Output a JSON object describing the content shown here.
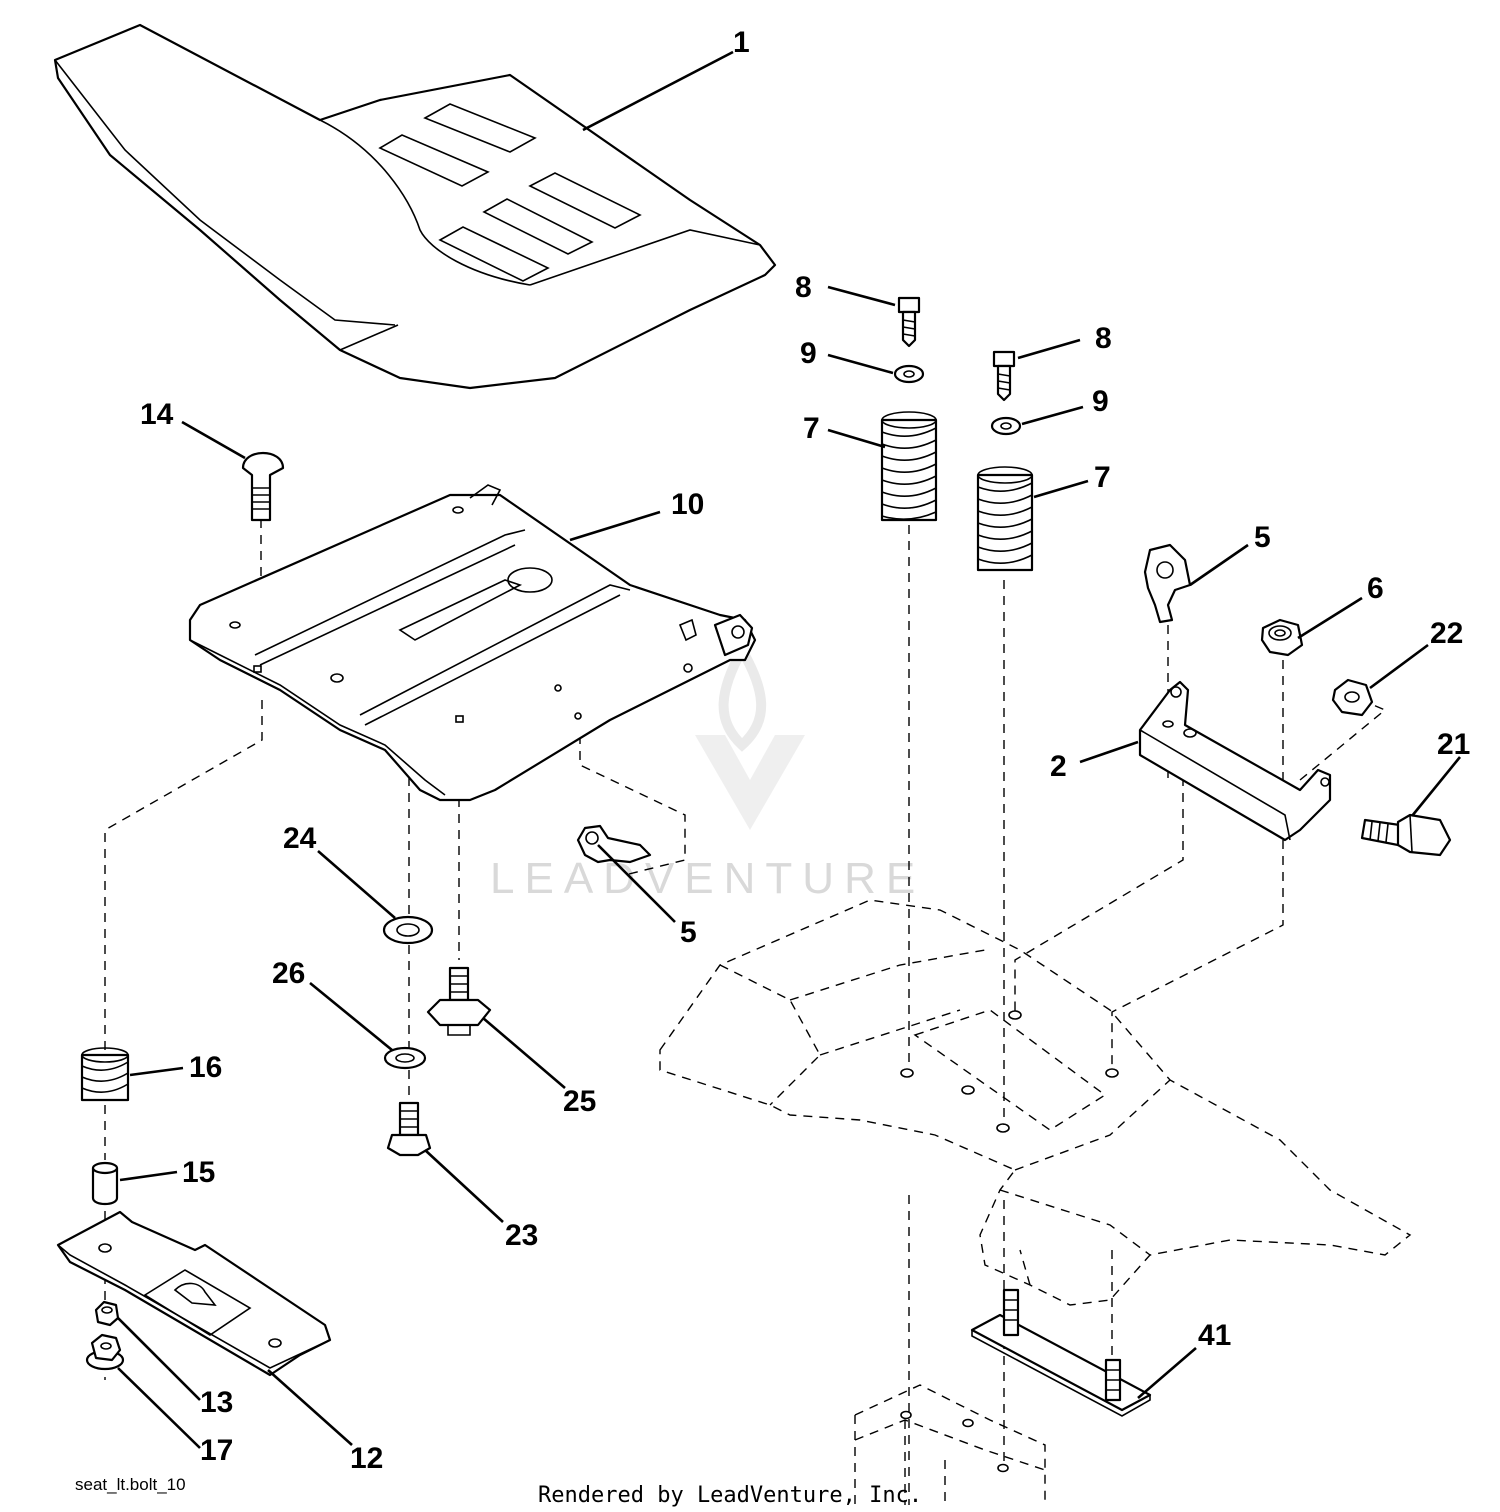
{
  "diagram": {
    "filename": "seat_lt.bolt_10",
    "credit": "Rendered by LeadVenture, Inc.",
    "watermark": "LEADVENTURE",
    "callouts": [
      {
        "id": "c1",
        "label": "1"
      },
      {
        "id": "c8a",
        "label": "8"
      },
      {
        "id": "c8b",
        "label": "8"
      },
      {
        "id": "c9a",
        "label": "9"
      },
      {
        "id": "c9b",
        "label": "9"
      },
      {
        "id": "c7a",
        "label": "7"
      },
      {
        "id": "c7b",
        "label": "7"
      },
      {
        "id": "c14",
        "label": "14"
      },
      {
        "id": "c10",
        "label": "10"
      },
      {
        "id": "c5a",
        "label": "5"
      },
      {
        "id": "c6",
        "label": "6"
      },
      {
        "id": "c22",
        "label": "22"
      },
      {
        "id": "c2",
        "label": "2"
      },
      {
        "id": "c21",
        "label": "21"
      },
      {
        "id": "c24",
        "label": "24"
      },
      {
        "id": "c5b",
        "label": "5"
      },
      {
        "id": "c26",
        "label": "26"
      },
      {
        "id": "c25",
        "label": "25"
      },
      {
        "id": "c16",
        "label": "16"
      },
      {
        "id": "c15",
        "label": "15"
      },
      {
        "id": "c23",
        "label": "23"
      },
      {
        "id": "c13",
        "label": "13"
      },
      {
        "id": "c17",
        "label": "17"
      },
      {
        "id": "c12",
        "label": "12"
      },
      {
        "id": "c41",
        "label": "41"
      }
    ]
  }
}
